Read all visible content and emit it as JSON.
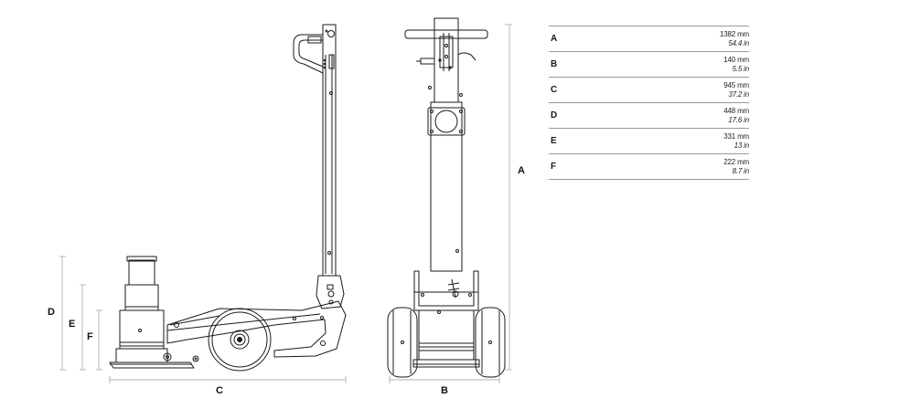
{
  "dimensions": [
    {
      "key": "A",
      "metric": "1382 mm",
      "imperial": "54.4 in"
    },
    {
      "key": "B",
      "metric": "140 mm",
      "imperial": "5.5 in"
    },
    {
      "key": "C",
      "metric": "945 mm",
      "imperial": "37.2 in"
    },
    {
      "key": "D",
      "metric": "448 mm",
      "imperial": "17.6 in"
    },
    {
      "key": "E",
      "metric": "331 mm",
      "imperial": "13 in"
    },
    {
      "key": "F",
      "metric": "222 mm",
      "imperial": "8.7 in"
    }
  ],
  "drawing_labels": {
    "a": "A",
    "b": "B",
    "c": "C",
    "d": "D",
    "e": "E",
    "f": "F"
  }
}
